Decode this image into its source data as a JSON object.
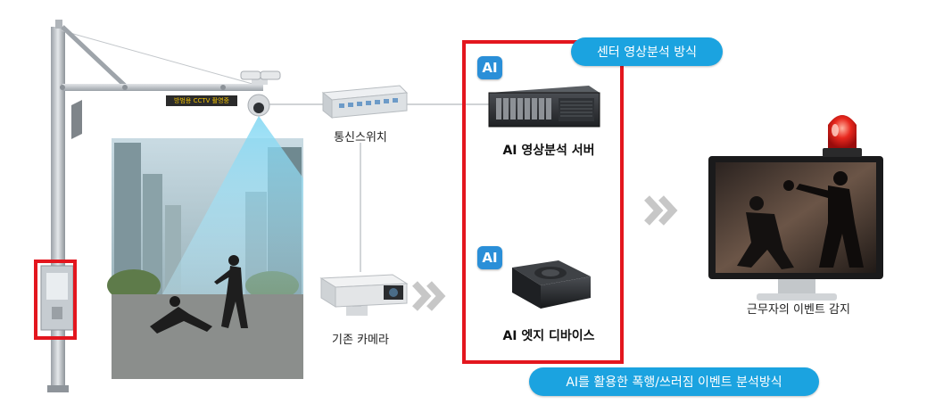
{
  "pole_sign": "방범용 CCTV 촬영중",
  "labels": {
    "switch": "통신스위치",
    "legacy_camera": "기존 카메라",
    "ai_server": "AI 영상분석 서버",
    "edge_device": "AI 엣지 디바이스",
    "monitor": "근무자의 이벤트 감지"
  },
  "callouts": {
    "center": "센터 영상분석 방식",
    "edge": "AI를 활용한 폭행/쓰러짐 이벤트 분석방식"
  },
  "badges": {
    "server": "AI",
    "edge": "AI"
  },
  "colors": {
    "highlight_red": "#e3161e",
    "callout_blue": "#1ba3e0",
    "ai_badge_blue": "#2a8fd8",
    "arrow_grey": "#c7c7c7"
  },
  "icons": [
    "cctv-pole",
    "speed-dome-camera",
    "network-switch-icon",
    "box-camera-icon",
    "rack-server-icon",
    "edge-device-icon",
    "monitor-icon",
    "red-siren-icon",
    "double-chevron-icon"
  ]
}
